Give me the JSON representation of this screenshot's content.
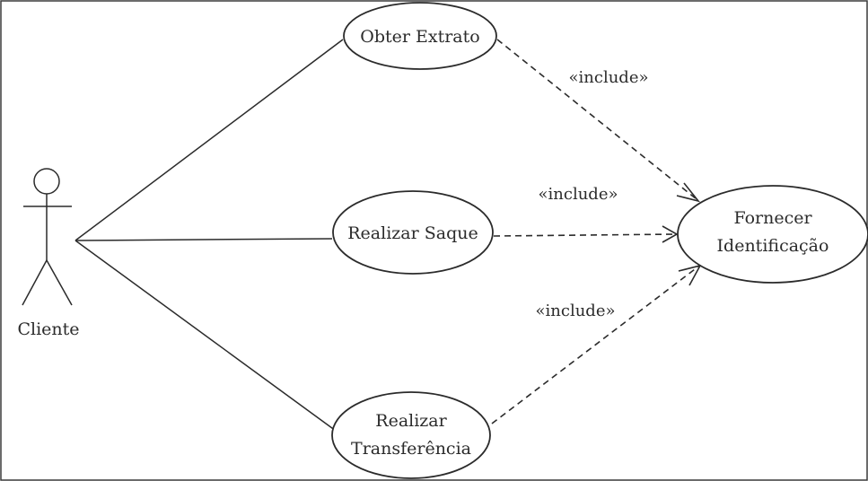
{
  "diagram": {
    "actor": {
      "label": "Cliente"
    },
    "use_cases": [
      {
        "id": "obter",
        "lines": [
          "Obter Extrato"
        ]
      },
      {
        "id": "saque",
        "lines": [
          "Realizar Saque"
        ]
      },
      {
        "id": "transf",
        "lines": [
          "Realizar",
          "Transferência"
        ]
      },
      {
        "id": "fornecer",
        "lines": [
          "Fornecer",
          "Identificação"
        ]
      }
    ],
    "relationships": [
      {
        "from": "obter",
        "to": "fornecer",
        "label": "«include»"
      },
      {
        "from": "saque",
        "to": "fornecer",
        "label": "«include»"
      },
      {
        "from": "transf",
        "to": "fornecer",
        "label": "«include»"
      }
    ]
  }
}
